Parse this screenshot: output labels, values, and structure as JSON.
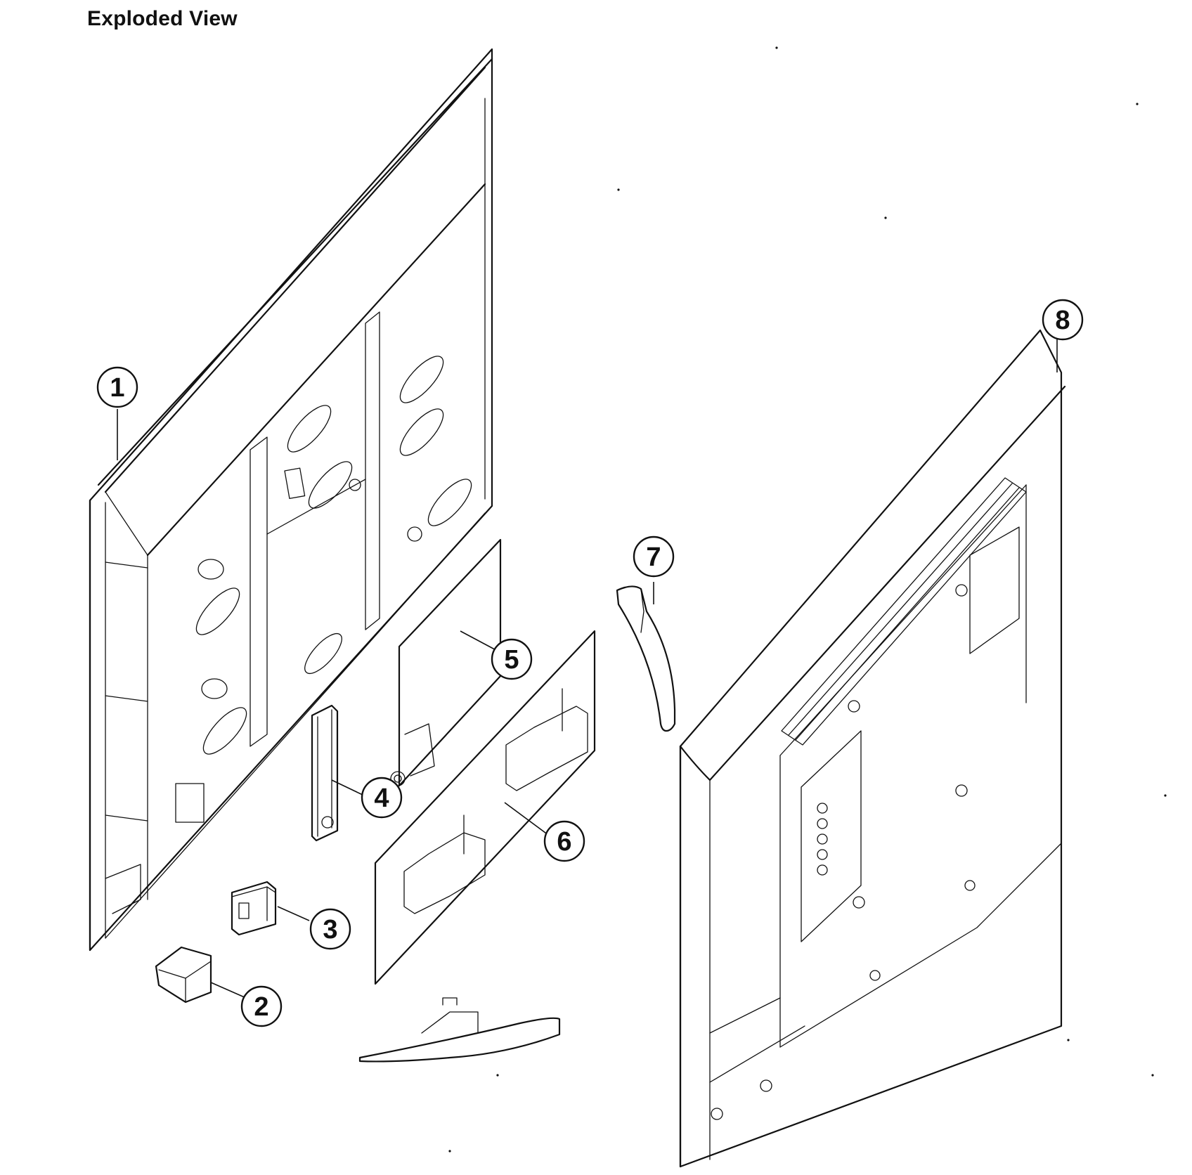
{
  "title": "Exploded View",
  "callouts": [
    "1",
    "2",
    "3",
    "4",
    "5",
    "6",
    "7",
    "8"
  ]
}
